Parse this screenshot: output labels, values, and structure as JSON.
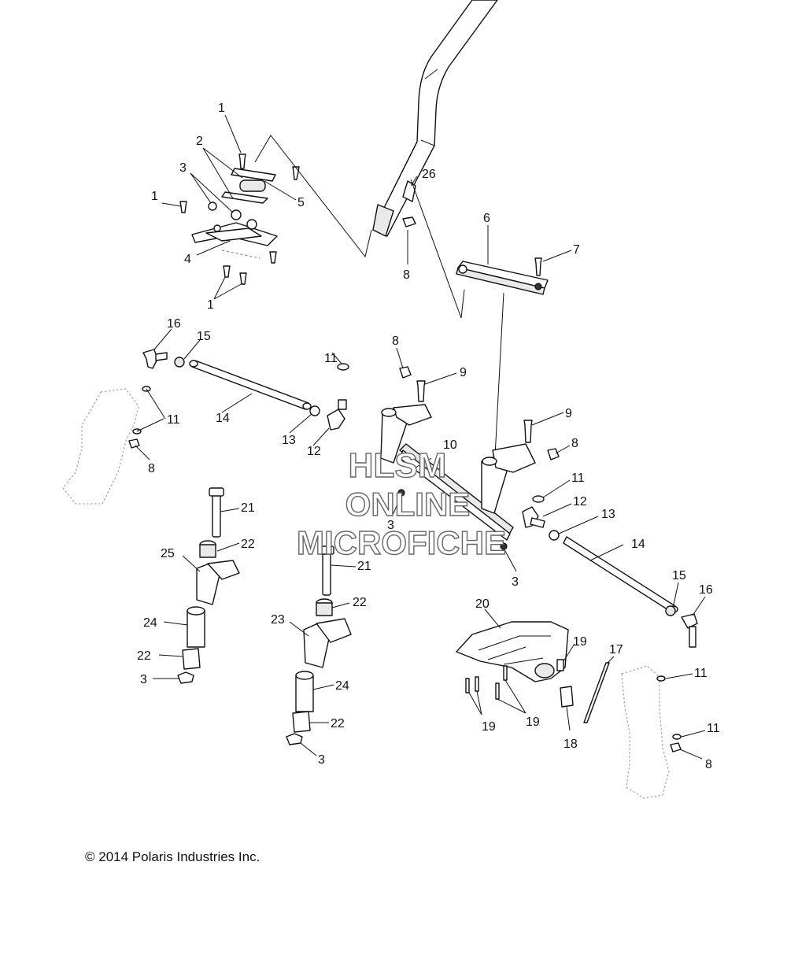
{
  "watermark": {
    "line1": "HLSM",
    "line2": "ONLINE",
    "line3": "MICROFICHE"
  },
  "copyright": "© 2014 Polaris Industries Inc.",
  "callouts": {
    "c1a": "1",
    "c2": "2",
    "c3a": "3",
    "c5": "5",
    "c1b": "1",
    "c4": "4",
    "c1c": "1",
    "c26": "26",
    "c8a": "8",
    "c6": "6",
    "c7": "7",
    "c16a": "16",
    "c15a": "15",
    "c11a": "11",
    "c14a": "14",
    "c11b": "11",
    "c13a": "13",
    "c12a": "12",
    "c8b": "8",
    "c8c": "8",
    "c9a": "9",
    "c10": "10",
    "c9b": "9",
    "c8d": "8",
    "c11c": "11",
    "c12b": "12",
    "c13b": "13",
    "c3b": "3",
    "c3c": "3",
    "c14b": "14",
    "c21a": "21",
    "c22a": "22",
    "c25": "25",
    "c24a": "24",
    "c22b": "22",
    "c3d": "3",
    "c21b": "21",
    "c22c": "22",
    "c23": "23",
    "c24b": "24",
    "c22d": "22",
    "c3e": "3",
    "c20": "20",
    "c19a": "19",
    "c19b": "19",
    "c19c": "19",
    "c18": "18",
    "c17": "17",
    "c15b": "15",
    "c16b": "16",
    "c11d": "11",
    "c11e": "11",
    "c8e": "8"
  }
}
